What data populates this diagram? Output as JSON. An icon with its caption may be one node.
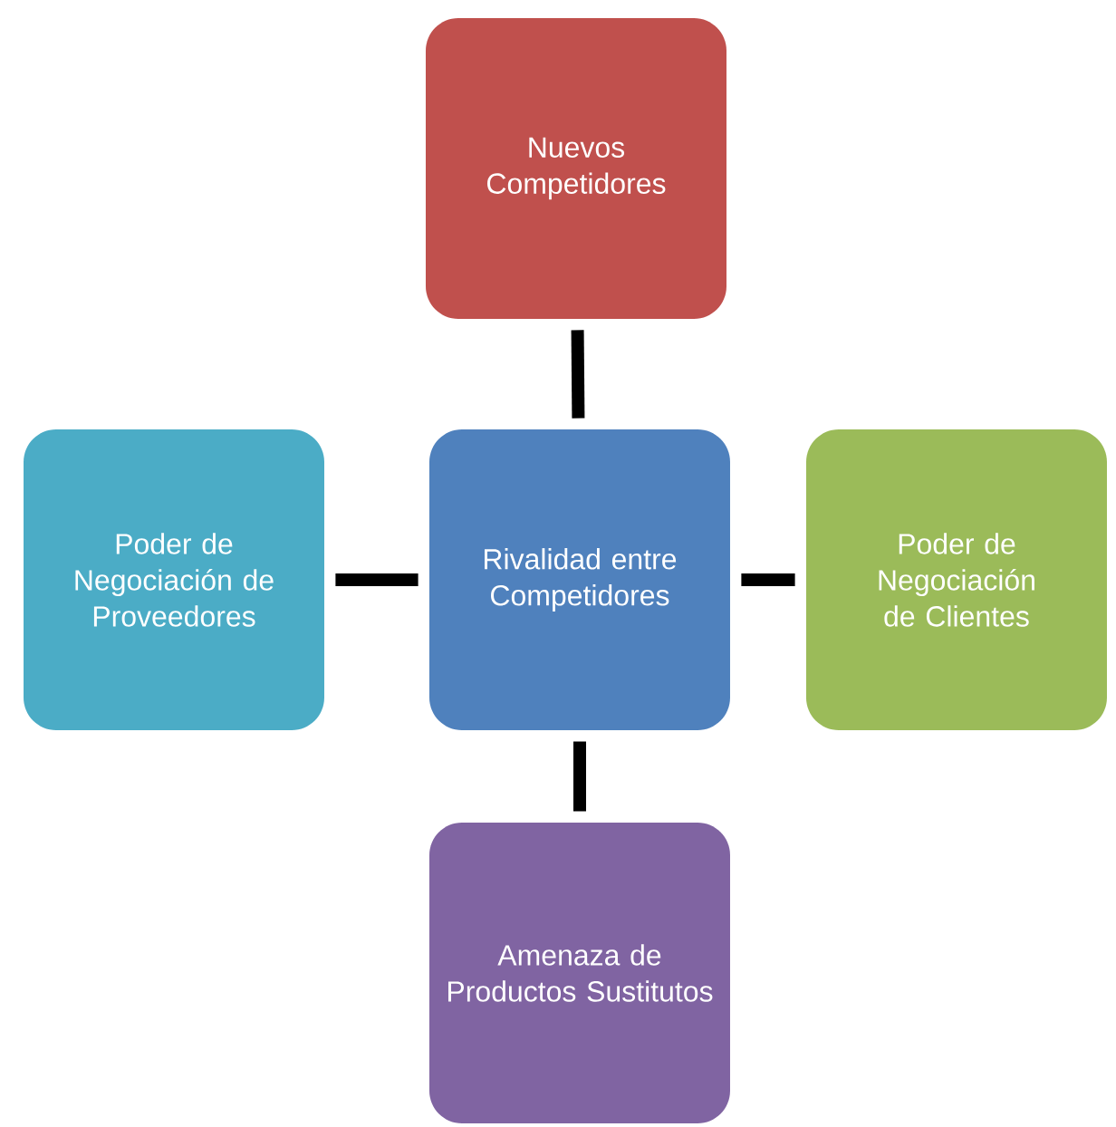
{
  "diagram": {
    "nodes": [
      {
        "text": [
          "Nuevos Competidores"
        ]
      },
      {
        "text": [
          "Poder de Negociación de Proveedores"
        ]
      },
      {
        "text": [
          "Rivalidad entre Competidores"
        ]
      },
      {
        "text": [
          "Poder de Negociación de Clientes"
        ]
      },
      {
        "text": [
          "Amenaza de Productos Sustitutos"
        ]
      }
    ],
    "edges": [
      {
        "from": 2,
        "to": 0,
        "arrow": "none"
      },
      {
        "from": 1,
        "to": 2,
        "arrow": "none"
      },
      {
        "from": 2,
        "to": 3,
        "arrow": "none"
      },
      {
        "from": 2,
        "to": 4,
        "arrow": "none"
      }
    ]
  }
}
